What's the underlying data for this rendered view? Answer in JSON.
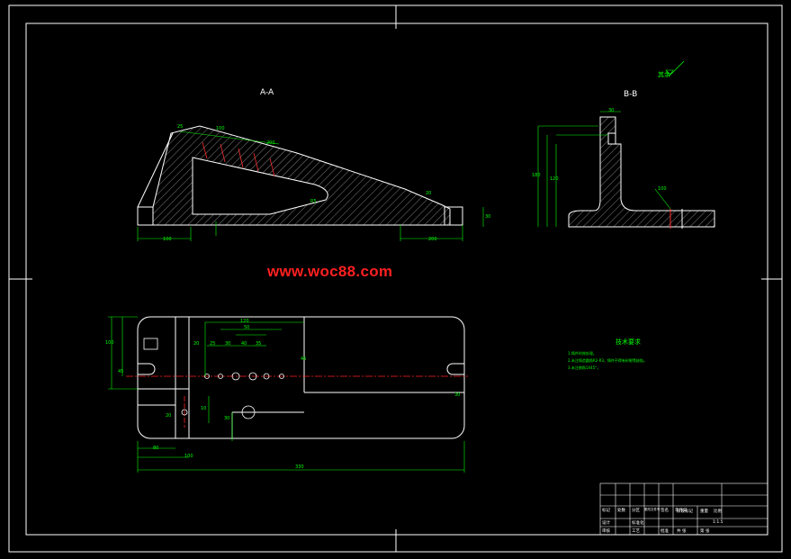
{
  "drawing": {
    "section_aa_label": "A-A",
    "section_bb_label": "B-B",
    "roughness_note": "其余",
    "watermark": "www.woc88.com"
  },
  "dimensions": {
    "aa": [
      "25",
      "100",
      "200",
      "30",
      "R5",
      "100",
      "200",
      "20"
    ],
    "bb": [
      "30",
      "180",
      "120",
      "100"
    ],
    "plan": [
      "100",
      "120",
      "25",
      "30",
      "40",
      "50",
      "35",
      "20",
      "45",
      "45",
      "30",
      "80",
      "100",
      "30",
      "20",
      "10",
      "330"
    ]
  },
  "tech_requirements": {
    "title": "技术要求",
    "lines": [
      "1.铸件时效处理。",
      "2.未注铸造圆角R2-R3，铸件不得有砂眼等缺陷。",
      "3.未注倒角1X45°。"
    ]
  },
  "title_block": {
    "cells": [
      "标记",
      "处数",
      "分区",
      "更改文件号",
      "签名",
      "年月日",
      "设计",
      "标准化",
      "阶段标记",
      "重量",
      "比例",
      "审核",
      "工艺",
      "批准",
      "共 张",
      "第 张",
      "1:1.5"
    ]
  },
  "colors": {
    "background": "#000000",
    "outline": "#ffffff",
    "dimension": "#00ff00",
    "centerline": "#ff0000",
    "watermark": "#ff2020"
  }
}
